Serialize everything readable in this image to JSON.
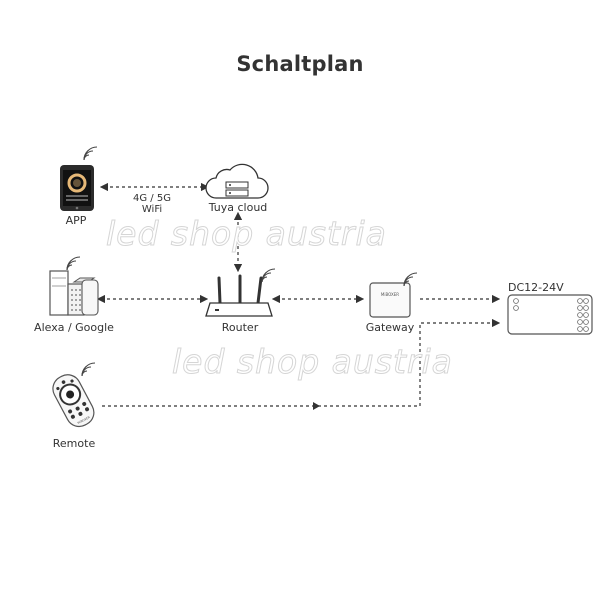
{
  "title": "Schaltplan",
  "nodes": {
    "app": "APP",
    "cloud": "Tuya cloud",
    "alexa": "Alexa / Google",
    "router": "Router",
    "gateway": "Gateway",
    "controller": "DC12-24V",
    "remote": "Remote"
  },
  "links": {
    "app_cloud_line1": "4G / 5G",
    "app_cloud_line2": "WiFi"
  },
  "watermark": "led shop austria",
  "device_marks": {
    "gateway_brand": "MiBOXER",
    "remote_brand": "MiBOXER"
  }
}
